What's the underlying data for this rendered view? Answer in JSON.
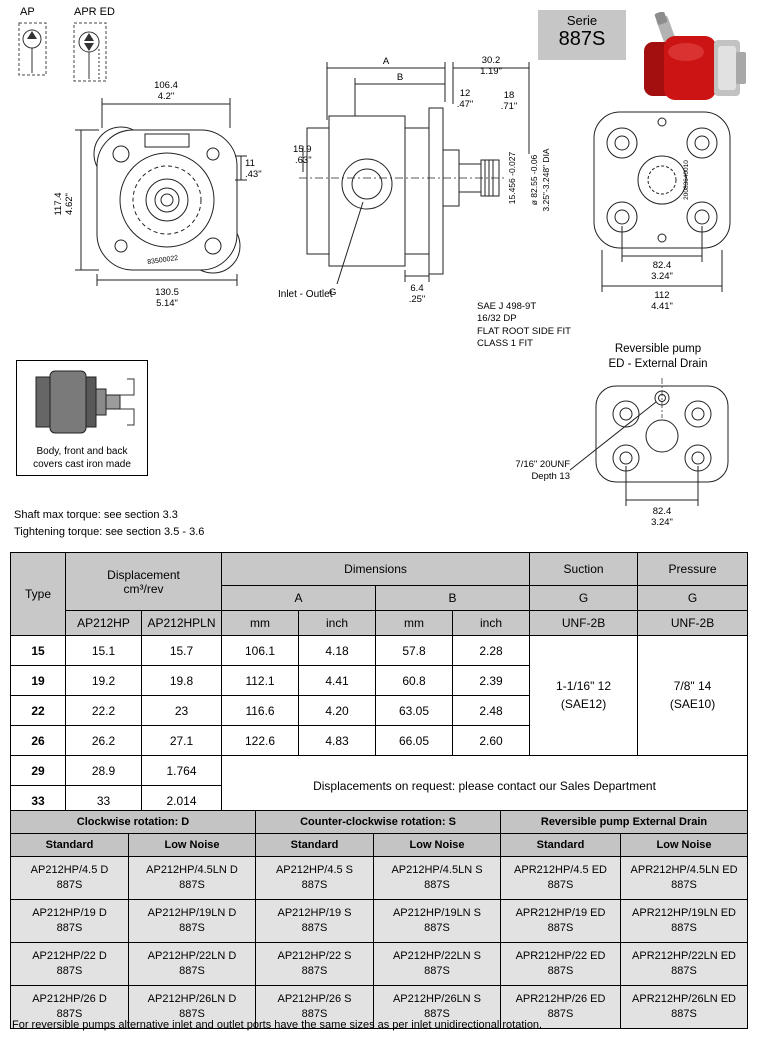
{
  "header": {
    "symbol_ap": "AP",
    "symbol_apred": "APR ED",
    "serie_label": "Serie",
    "serie_value": "887S"
  },
  "front_view": {
    "w_mm": "106.4",
    "w_in": "4.2\"",
    "off_mm": "11",
    "off_in": ".43\"",
    "h_mm": "117.4",
    "h_in": "4.62\"",
    "t_mm": "130.5",
    "t_in": "5.14\"",
    "serial": "83500022"
  },
  "side_view": {
    "a": "A",
    "b": "B",
    "d1_mm": "30.2",
    "d1_in": "1.19\"",
    "d2_mm": "12",
    "d2_in": ".47\"",
    "d3_mm": "18",
    "d3_in": ".71\"",
    "d4_mm": "15.9",
    "d4_in": ".63\"",
    "d5_mm": "6.4",
    "d5_in": ".25\"",
    "shaft_tol": "15.456 -0.027",
    "pilot_dia": "ø 82.55 -0.06",
    "pilot_dia_in": "3.25\"-3.248\" DIA",
    "g_label": "G",
    "inlet_outlet": "Inlet - Outlet",
    "spline_l1": "SAE J 498-9T",
    "spline_l2": "16/32 DP",
    "spline_l3": "FLAT ROOT SIDE FIT",
    "spline_l4": "CLASS 1 FIT"
  },
  "back_view": {
    "serial": "20083640010",
    "d1_mm": "82.4",
    "d1_in": "3.24\"",
    "d2_mm": "112",
    "d2_in": "4.41\""
  },
  "reversible": {
    "title_l1": "Reversible pump",
    "title_l2": "ED - External Drain",
    "thread": "7/16\" 20UNF",
    "depth": "Depth 13",
    "d1_mm": "82.4",
    "d1_in": "3.24\""
  },
  "cast_iron": {
    "caption_l1": "Body, front and back",
    "caption_l2": "covers cast iron made"
  },
  "notes": {
    "torque": "Shaft max torque: see section 3.3",
    "tightening": "Tightening torque: see section 3.5 - 3.6"
  },
  "spec_table": {
    "h_type": "Type",
    "h_displacement": "Displacement",
    "h_disp_unit": "cm³/rev",
    "h_dimensions": "Dimensions",
    "h_a": "A",
    "h_b": "B",
    "h_suction": "Suction",
    "h_pressure": "Pressure",
    "h_g": "G",
    "h_unf": "UNF-2B",
    "h_ap": "AP212HP",
    "h_apln": "AP212HPLN",
    "h_mm": "mm",
    "h_inch": "inch",
    "rows": [
      {
        "type": "15",
        "ap": "15.1",
        "apln": "15.7",
        "a_mm": "106.1",
        "a_in": "4.18",
        "b_mm": "57.8",
        "b_in": "2.28"
      },
      {
        "type": "19",
        "ap": "19.2",
        "apln": "19.8",
        "a_mm": "112.1",
        "a_in": "4.41",
        "b_mm": "60.8",
        "b_in": "2.39"
      },
      {
        "type": "22",
        "ap": "22.2",
        "apln": "23",
        "a_mm": "116.6",
        "a_in": "4.20",
        "b_mm": "63.05",
        "b_in": "2.48"
      },
      {
        "type": "26",
        "ap": "26.2",
        "apln": "27.1",
        "a_mm": "122.6",
        "a_in": "4.83",
        "b_mm": "66.05",
        "b_in": "2.60"
      }
    ],
    "suction_value": "1-1/16\" 12\n(SAE12)",
    "pressure_value": "7/8\" 14\n(SAE10)",
    "extra_rows": [
      {
        "type": "29",
        "v1": "28.9",
        "v2": "1.764"
      },
      {
        "type": "33",
        "v1": "33",
        "v2": "2.014"
      }
    ],
    "request_note": "Displacements on request: please contact our Sales Department"
  },
  "order_table": {
    "groups": [
      "Clockwise rotation: D",
      "Counter-clockwise rotation: S",
      "Reversible pump External Drain"
    ],
    "subheaders": [
      "Standard",
      "Low Noise",
      "Standard",
      "Low Noise",
      "Standard",
      "Low Noise"
    ],
    "rows": [
      [
        "AP212HP/4.5 D\n887S",
        "AP212HP/4.5LN D\n887S",
        "AP212HP/4.5 S\n887S",
        "AP212HP/4.5LN S\n887S",
        "APR212HP/4.5 ED\n887S",
        "APR212HP/4.5LN ED\n887S"
      ],
      [
        "AP212HP/19 D\n887S",
        "AP212HP/19LN D\n887S",
        "AP212HP/19 S\n887S",
        "AP212HP/19LN S\n887S",
        "APR212HP/19 ED\n887S",
        "APR212HP/19LN ED\n887S"
      ],
      [
        "AP212HP/22 D\n887S",
        "AP212HP/22LN D\n887S",
        "AP212HP/22 S\n887S",
        "AP212HP/22LN S\n887S",
        "APR212HP/22 ED\n887S",
        "APR212HP/22LN ED\n887S"
      ],
      [
        "AP212HP/26 D\n887S",
        "AP212HP/26LN D\n887S",
        "AP212HP/26 S\n887S",
        "AP212HP/26LN S\n887S",
        "APR212HP/26 ED\n887S",
        "APR212HP/26LN ED\n887S"
      ]
    ]
  },
  "footer": {
    "note": "For reversible pumps alternative inlet and outlet ports have the same sizes as per inlet unidirectional rotation."
  },
  "colors": {
    "table_header": "#c8c8c8",
    "pump_red": "#cc1414"
  }
}
